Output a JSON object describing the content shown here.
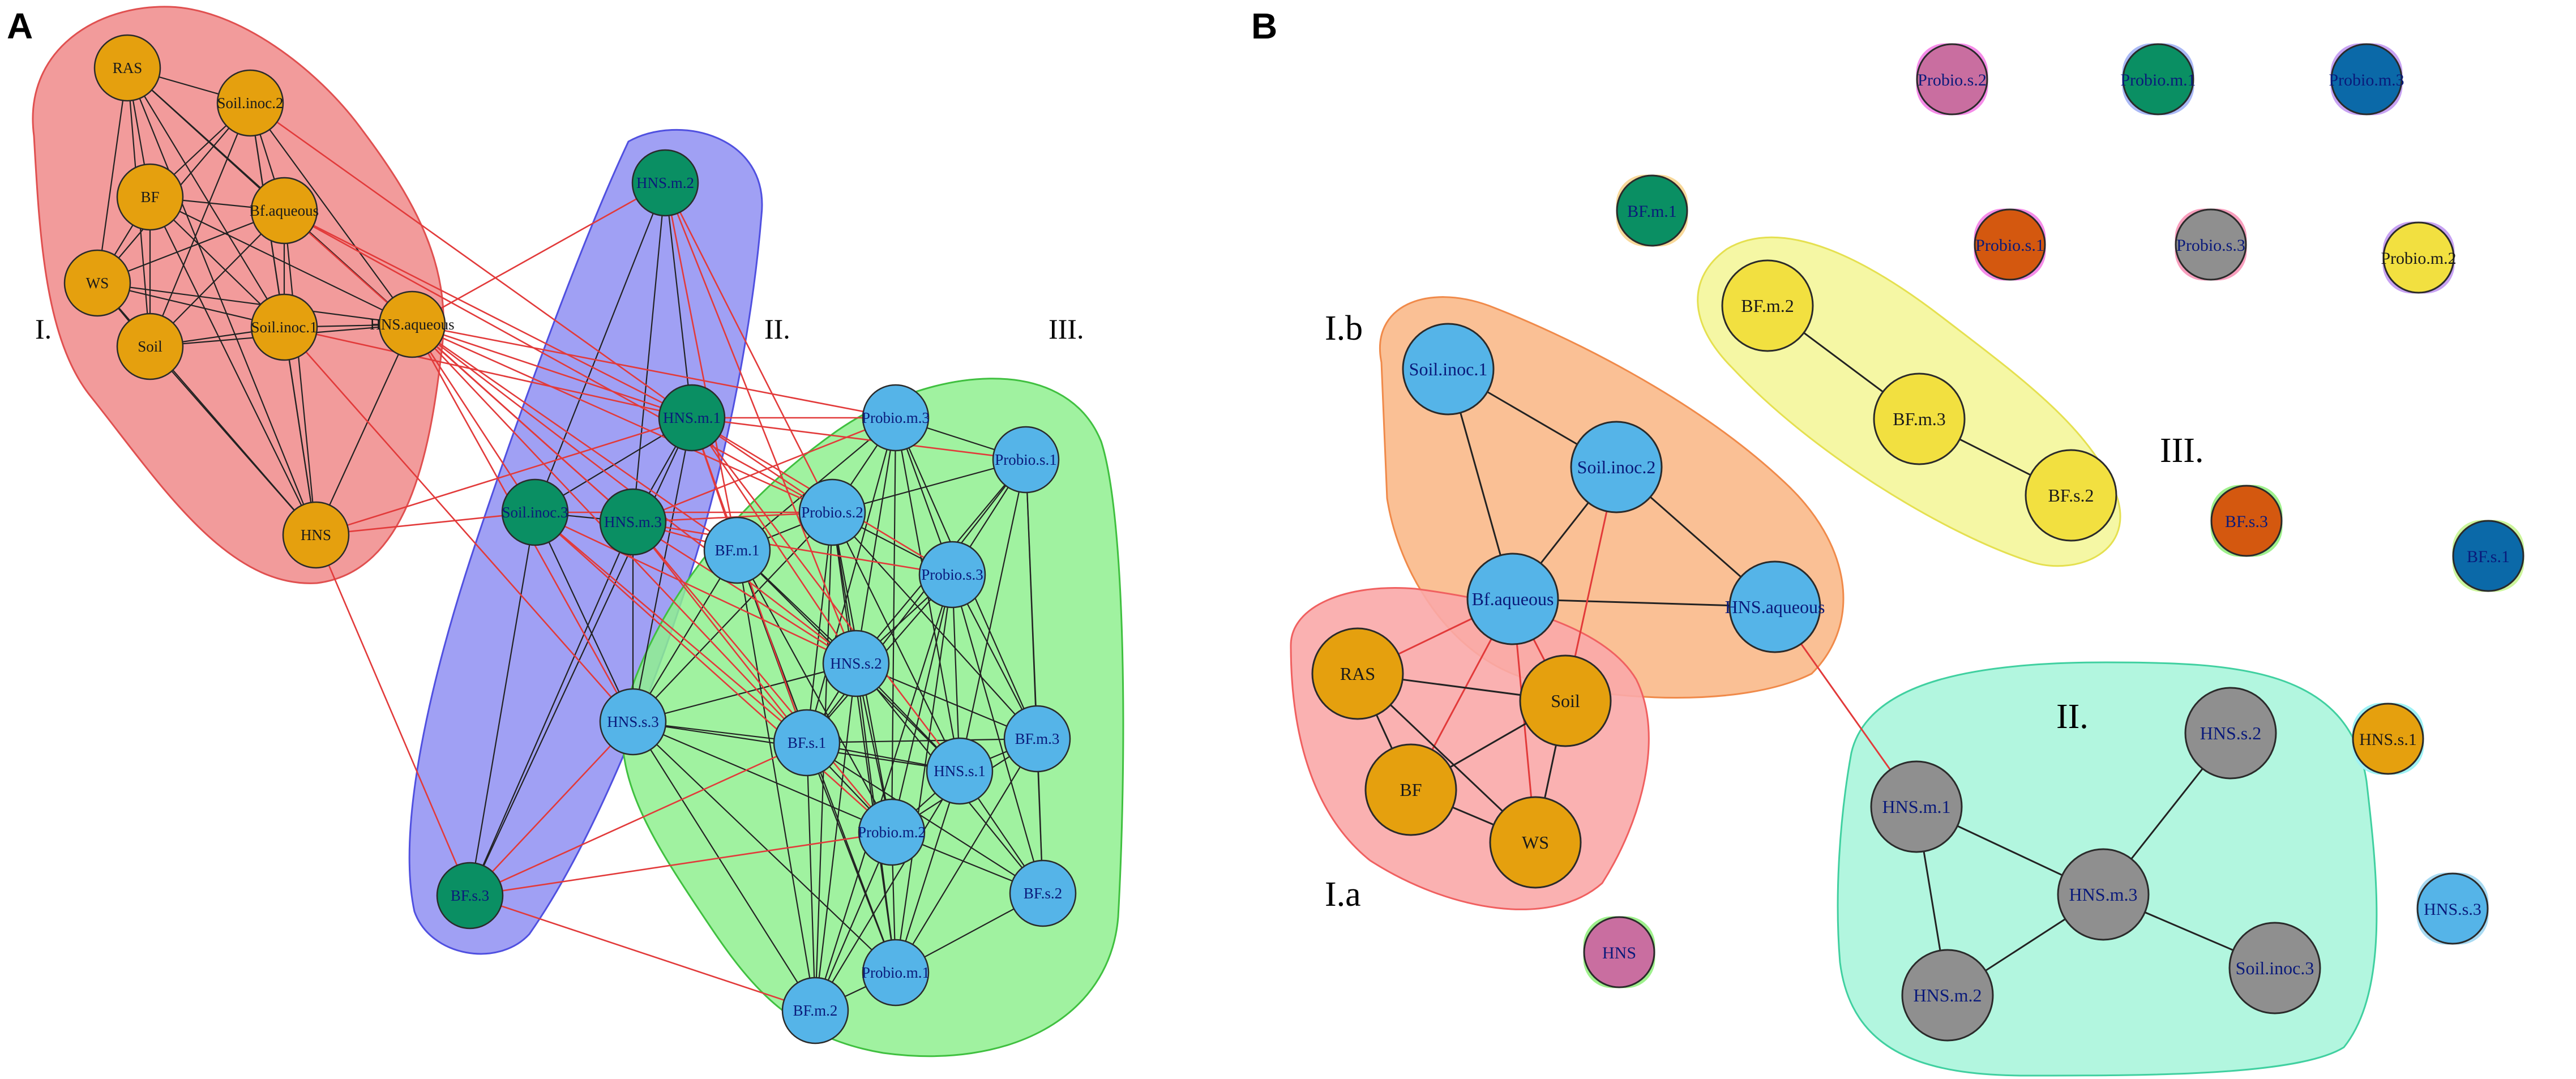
{
  "panels": {
    "A": {
      "letter": "A",
      "group_labels": [
        "I.",
        "II.",
        "III."
      ],
      "hull_colors": {
        "g1": "#f08a8a",
        "g2": "#8f8ff2",
        "g3": "#8ff08f"
      },
      "hull_stroke": {
        "g1": "#e05050",
        "g2": "#5050e0",
        "g3": "#40c040"
      },
      "nodes": [
        {
          "id": "RAS",
          "label": "RAS",
          "color": "#e5a00e"
        },
        {
          "id": "Soil.inoc.2",
          "label": "Soil.inoc.2",
          "color": "#e5a00e"
        },
        {
          "id": "BF",
          "label": "BF",
          "color": "#e5a00e"
        },
        {
          "id": "Bf.aqueous",
          "label": "Bf.aqueous",
          "color": "#e5a00e"
        },
        {
          "id": "WS",
          "label": "WS",
          "color": "#e5a00e"
        },
        {
          "id": "Soil",
          "label": "Soil",
          "color": "#e5a00e"
        },
        {
          "id": "Soil.inoc.1",
          "label": "Soil.inoc.1",
          "color": "#e5a00e"
        },
        {
          "id": "HNS.aqueous",
          "label": "HNS.aqueous",
          "color": "#e5a00e"
        },
        {
          "id": "HNS",
          "label": "HNS",
          "color": "#e5a00e"
        },
        {
          "id": "HNS.m.2",
          "label": "HNS.m.2",
          "color": "#0a8f63"
        },
        {
          "id": "HNS.m.1",
          "label": "HNS.m.1",
          "color": "#0a8f63"
        },
        {
          "id": "Soil.inoc.3",
          "label": "Soil.inoc.3",
          "color": "#0a8f63"
        },
        {
          "id": "HNS.m.3",
          "label": "HNS.m.3",
          "color": "#0a8f63"
        },
        {
          "id": "BF.s.3",
          "label": "BF.s.3",
          "color": "#0a8f63"
        },
        {
          "id": "Probio.m.3",
          "label": "Probio.m.3",
          "color": "#55b4e8"
        },
        {
          "id": "Probio.s.1",
          "label": "Probio.s.1",
          "color": "#55b4e8"
        },
        {
          "id": "Probio.s.2",
          "label": "Probio.s.2",
          "color": "#55b4e8"
        },
        {
          "id": "BF.m.1",
          "label": "BF.m.1",
          "color": "#55b4e8"
        },
        {
          "id": "Probio.s.3",
          "label": "Probio.s.3",
          "color": "#55b4e8"
        },
        {
          "id": "HNS.s.2",
          "label": "HNS.s.2",
          "color": "#55b4e8"
        },
        {
          "id": "HNS.s.3",
          "label": "HNS.s.3",
          "color": "#55b4e8"
        },
        {
          "id": "BF.s.1",
          "label": "BF.s.1",
          "color": "#55b4e8"
        },
        {
          "id": "HNS.s.1",
          "label": "HNS.s.1",
          "color": "#55b4e8"
        },
        {
          "id": "BF.m.3",
          "label": "BF.m.3",
          "color": "#55b4e8"
        },
        {
          "id": "Probio.m.2",
          "label": "Probio.m.2",
          "color": "#55b4e8"
        },
        {
          "id": "BF.s.2",
          "label": "BF.s.2",
          "color": "#55b4e8"
        },
        {
          "id": "Probio.m.1",
          "label": "Probio.m.1",
          "color": "#55b4e8"
        },
        {
          "id": "BF.m.2",
          "label": "BF.m.2",
          "color": "#55b4e8"
        }
      ]
    },
    "B": {
      "letter": "B",
      "group_labels": [
        "I.b",
        "I.a",
        "II.",
        "III."
      ],
      "nodes": [
        {
          "id": "Probio.s.2",
          "label": "Probio.s.2",
          "color": "#c96ea0",
          "halo": "#f58ce8"
        },
        {
          "id": "Probio.m.1",
          "label": "Probio.m.1",
          "color": "#0a8f63",
          "halo": "#a9b8f5"
        },
        {
          "id": "Probio.m.3",
          "label": "Probio.m.3",
          "color": "#0b69a8",
          "halo": "#c7a2f2"
        },
        {
          "id": "BF.m.1",
          "label": "BF.m.1",
          "color": "#0a8f63",
          "halo": "#f7d89a"
        },
        {
          "id": "Probio.s.1",
          "label": "Probio.s.1",
          "color": "#d4580f",
          "halo": "#f58ce8"
        },
        {
          "id": "Probio.s.3",
          "label": "Probio.s.3",
          "color": "#8f8f8f",
          "halo": "#f79ebc"
        },
        {
          "id": "Probio.m.2",
          "label": "Probio.m.2",
          "color": "#f2e040",
          "halo": "#c7a2f2"
        },
        {
          "id": "BF.m.2",
          "label": "BF.m.2",
          "color": "#f2e040"
        },
        {
          "id": "BF.m.3",
          "label": "BF.m.3",
          "color": "#f2e040"
        },
        {
          "id": "BF.s.2",
          "label": "BF.s.2",
          "color": "#f2e040"
        },
        {
          "id": "BF.s.3",
          "label": "BF.s.3",
          "color": "#d4580f",
          "halo": "#9ef08c"
        },
        {
          "id": "BF.s.1",
          "label": "BF.s.1",
          "color": "#0b69a8",
          "halo": "#ccf59c"
        },
        {
          "id": "Soil.inoc.1",
          "label": "Soil.inoc.1",
          "color": "#55b4e8"
        },
        {
          "id": "Soil.inoc.2",
          "label": "Soil.inoc.2",
          "color": "#55b4e8"
        },
        {
          "id": "Bf.aqueous",
          "label": "Bf.aqueous",
          "color": "#55b4e8"
        },
        {
          "id": "HNS.aqueous",
          "label": "HNS.aqueous",
          "color": "#55b4e8"
        },
        {
          "id": "RAS",
          "label": "RAS",
          "color": "#e5a00e"
        },
        {
          "id": "Soil",
          "label": "Soil",
          "color": "#e5a00e"
        },
        {
          "id": "BF",
          "label": "BF",
          "color": "#e5a00e"
        },
        {
          "id": "WS",
          "label": "WS",
          "color": "#e5a00e"
        },
        {
          "id": "HNS",
          "label": "HNS",
          "color": "#c96ea0",
          "halo": "#9ef08c"
        },
        {
          "id": "HNS.s.1",
          "label": "HNS.s.1",
          "color": "#e5a00e",
          "halo": "#9ef2f5"
        },
        {
          "id": "HNS.s.3",
          "label": "HNS.s.3",
          "color": "#55b4e8",
          "halo": "#a8daf2"
        },
        {
          "id": "HNS.m.1",
          "label": "HNS.m.1",
          "color": "#8f8f8f"
        },
        {
          "id": "HNS.s.2",
          "label": "HNS.s.2",
          "color": "#8f8f8f"
        },
        {
          "id": "HNS.m.3",
          "label": "HNS.m.3",
          "color": "#8f8f8f"
        },
        {
          "id": "HNS.m.2",
          "label": "HNS.m.2",
          "color": "#8f8f8f"
        },
        {
          "id": "Soil.inoc.3",
          "label": "Soil.inoc.3",
          "color": "#8f8f8f"
        }
      ]
    }
  }
}
